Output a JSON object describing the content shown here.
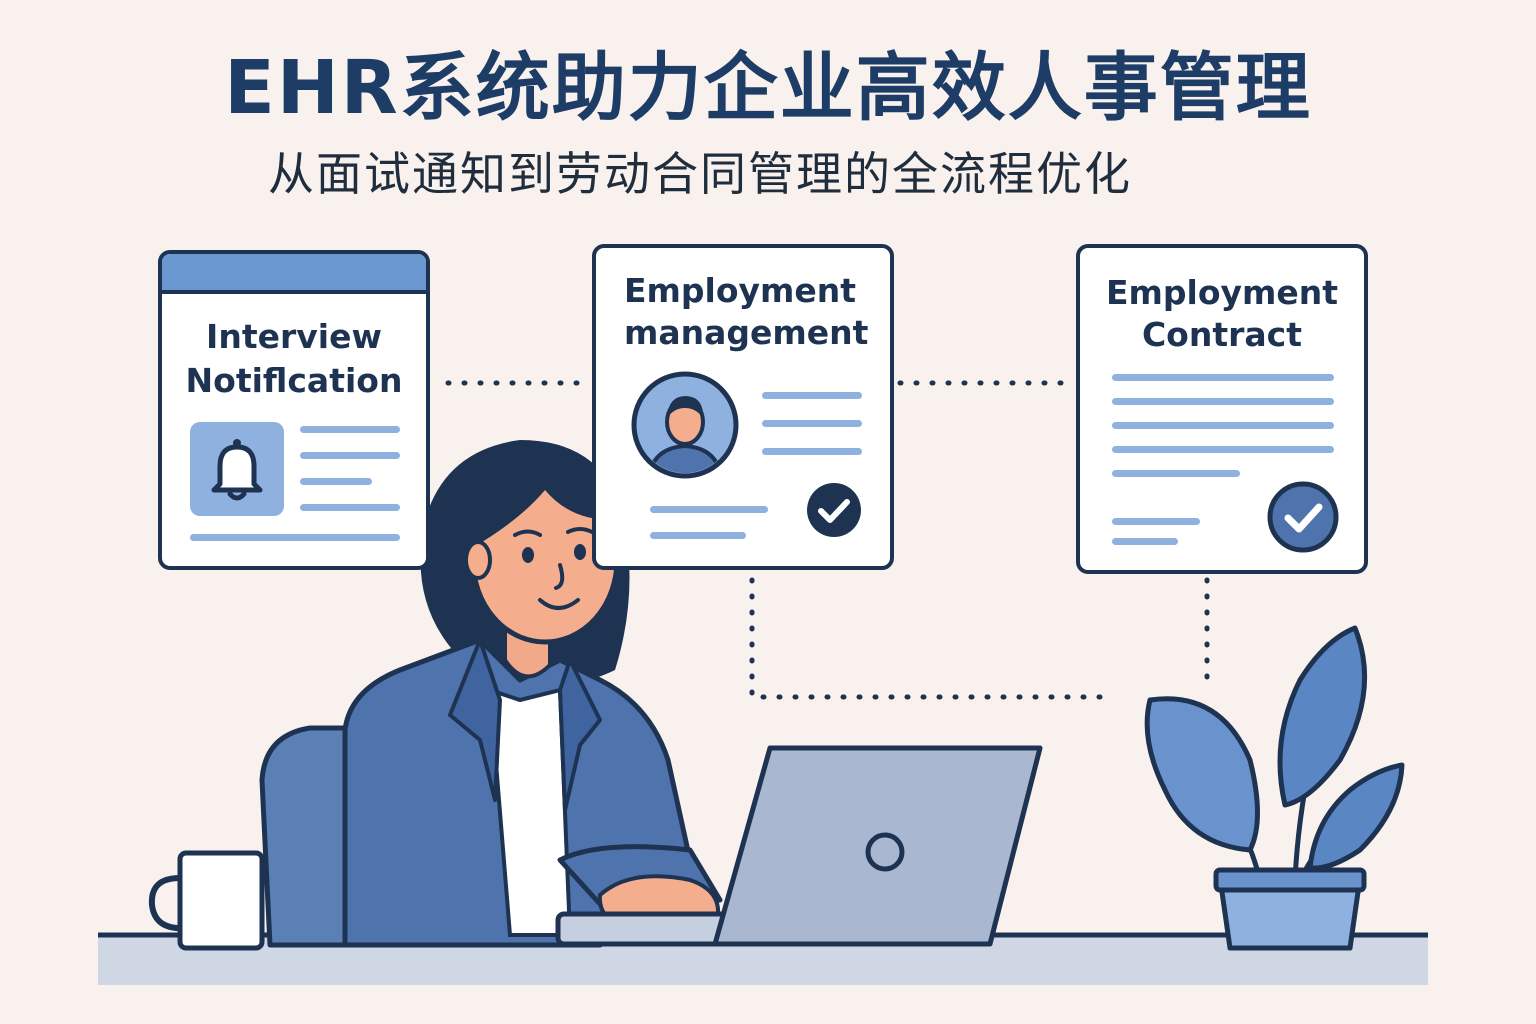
{
  "header": {
    "title": "EHR系统助力企业高效人事管理",
    "subtitle": "从面试通知到劳动合同管理的全流程优化"
  },
  "cards": {
    "interview": {
      "title_line1": "Interview",
      "title_line2": "Notiflcation"
    },
    "management": {
      "title_line1": "Employment",
      "title_line2": "management"
    },
    "contract": {
      "title_line1": "Employment",
      "title_line2": "Contract"
    }
  },
  "icons": {
    "interview": "bell-icon",
    "management": "avatar-icon",
    "management_status": "check-circle-icon",
    "contract_status": "check-circle-icon"
  },
  "colors": {
    "navy": "#1e3352",
    "title": "#1e3d66",
    "accent_blue": "#4f74ad",
    "light_blue": "#8fb1df",
    "background": "#f8f1ed"
  }
}
